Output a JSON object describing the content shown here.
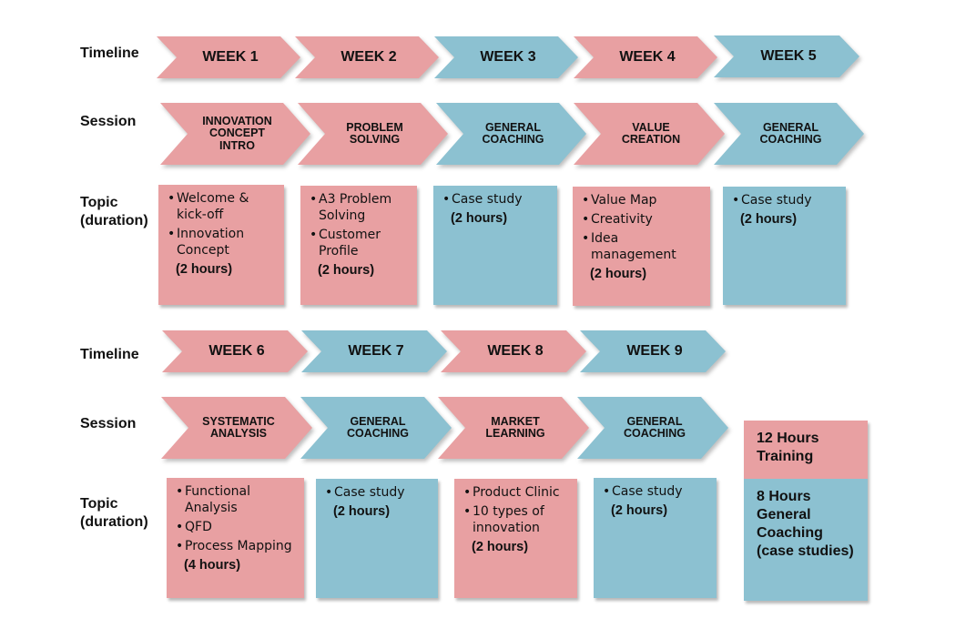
{
  "labels": {
    "timeline": "Timeline",
    "session": "Session",
    "topic": "Topic\n(duration)"
  },
  "colors": {
    "pink": "#e8a0a2",
    "blue": "#8cc1d1"
  },
  "row1": {
    "weeks": [
      {
        "label": "WEEK 1",
        "color": "pink"
      },
      {
        "label": "WEEK 2",
        "color": "pink"
      },
      {
        "label": "WEEK 3",
        "color": "blue"
      },
      {
        "label": "WEEK 4",
        "color": "pink"
      },
      {
        "label": "WEEK 5",
        "color": "blue"
      }
    ],
    "sessions": [
      {
        "label": "INNOVATION\nCONCEPT\nINTRO",
        "color": "pink"
      },
      {
        "label": "PROBLEM\nSOLVING",
        "color": "pink"
      },
      {
        "label": "GENERAL\nCOACHING",
        "color": "blue"
      },
      {
        "label": "VALUE\nCREATION",
        "color": "pink"
      },
      {
        "label": "GENERAL\nCOACHING",
        "color": "blue"
      }
    ],
    "topics": [
      {
        "items": [
          "Welcome & kick-off",
          "Innovation Concept"
        ],
        "duration": "(2 hours)",
        "color": "pink"
      },
      {
        "items": [
          "A3 Problem Solving",
          "Customer Profile"
        ],
        "duration": "(2 hours)",
        "color": "pink"
      },
      {
        "items": [
          "Case study"
        ],
        "duration": "(2 hours)",
        "color": "blue"
      },
      {
        "items": [
          "Value Map",
          "Creativity",
          "Idea management"
        ],
        "duration": "(2 hours)",
        "color": "pink"
      },
      {
        "items": [
          "Case study"
        ],
        "duration": "(2 hours)",
        "color": "blue"
      }
    ]
  },
  "row2": {
    "weeks": [
      {
        "label": "WEEK 6",
        "color": "pink"
      },
      {
        "label": "WEEK 7",
        "color": "blue"
      },
      {
        "label": "WEEK 8",
        "color": "pink"
      },
      {
        "label": "WEEK 9",
        "color": "blue"
      }
    ],
    "sessions": [
      {
        "label": "SYSTEMATIC\nANALYSIS",
        "color": "pink"
      },
      {
        "label": "GENERAL\nCOACHING",
        "color": "blue"
      },
      {
        "label": "MARKET\nLEARNING",
        "color": "pink"
      },
      {
        "label": "GENERAL\nCOACHING",
        "color": "blue"
      }
    ],
    "topics": [
      {
        "items": [
          "Functional Analysis",
          "QFD",
          "Process Mapping"
        ],
        "duration": "(4 hours)",
        "color": "pink"
      },
      {
        "items": [
          "Case study"
        ],
        "duration": "(2 hours)",
        "color": "blue"
      },
      {
        "items": [
          "Product Clinic",
          "10 types of innovation"
        ],
        "duration": "(2 hours)",
        "color": "pink"
      },
      {
        "items": [
          "Case study"
        ],
        "duration": "(2 hours)",
        "color": "blue"
      }
    ]
  },
  "summary": {
    "training": "12 Hours Training",
    "coaching": "8 Hours General Coaching (case studies)"
  }
}
